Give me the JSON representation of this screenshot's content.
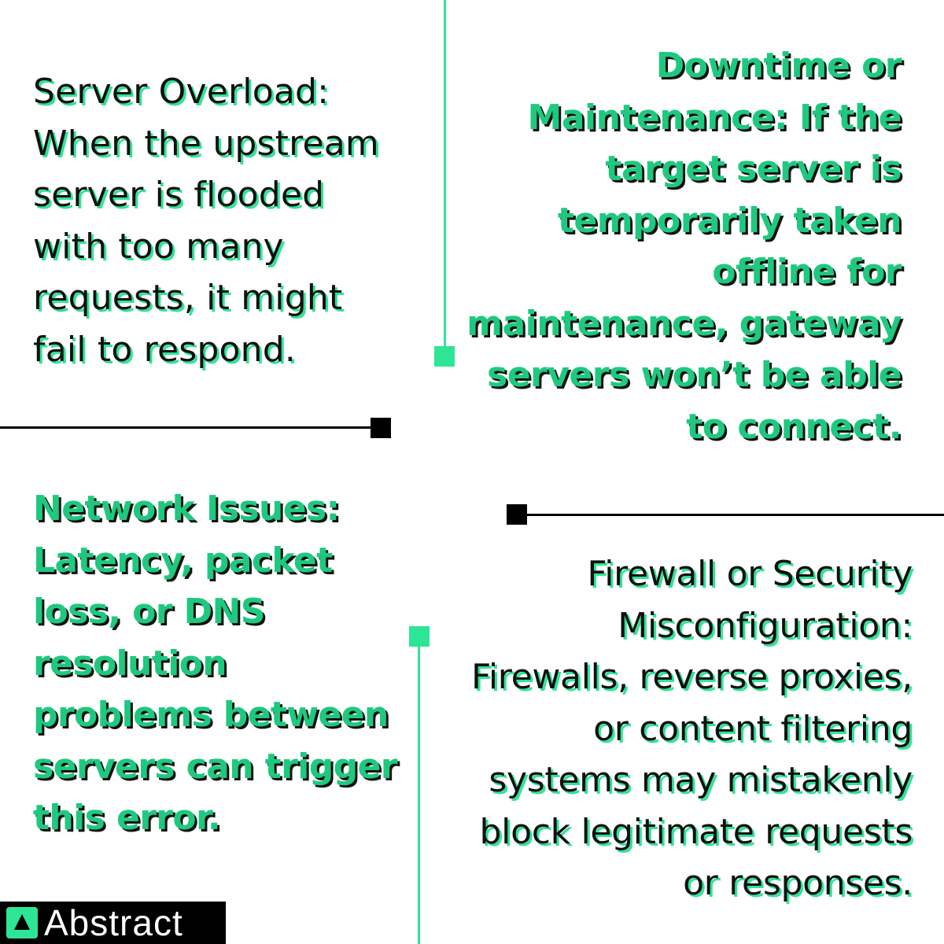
{
  "blocks": {
    "server_overload": "Server Overload:\nWhen the upstream\nserver is flooded\nwith too many\nrequests, it might\nfail to respond.",
    "downtime": "Downtime or\nMaintenance: If the\ntarget server is\ntemporarily taken\noffline for\nmaintenance, gateway\nservers won’t be able\nto connect.",
    "network": "Network Issues:\nLatency, packet\nloss, or DNS\nresolution\nproblems between\nservers can trigger\nthis error.",
    "firewall": "Firewall or Security\nMisconfiguration:\nFirewalls, reverse proxies,\nor content filtering\nsystems may mistakenly\nblock legitimate requests\nor responses."
  },
  "brand": {
    "name": "Abstract",
    "icon": "abstract-logo-icon"
  },
  "colors": {
    "accent_green": "#2ee595",
    "text_green": "#1ec97f",
    "black": "#111111",
    "background": "#ffffff"
  }
}
